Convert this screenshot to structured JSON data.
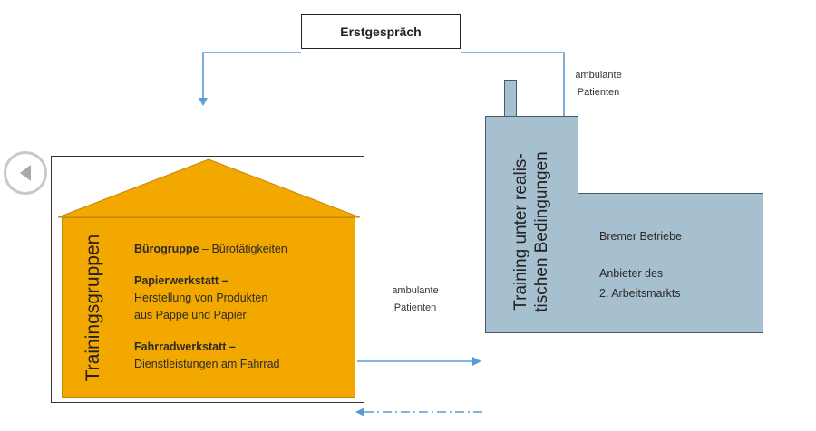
{
  "top_box": {
    "label": "Erstgespräch"
  },
  "house": {
    "vertical_label": "Trainingsgruppen",
    "groups": [
      {
        "name": "Bürogruppe",
        "separator": " – ",
        "description": "Bürotätigkeiten"
      },
      {
        "name": "Papierwerkstatt –",
        "line1": "Herstellung von Produkten",
        "line2": "aus Pappe und Papier"
      },
      {
        "name": "Fahrradwerkstatt –",
        "line1": "Dienstleistungen am Fahrrad"
      }
    ]
  },
  "building": {
    "vertical_label_line1": "Training unter realis-",
    "vertical_label_line2": "tischen Bedingungen",
    "wing_line1": "Bremer Betriebe",
    "wing_line2": "Anbieter des",
    "wing_line3": "2. Arbeitsmarkts"
  },
  "notes": {
    "top_right": {
      "line1": "ambulante",
      "line2": "Patienten"
    },
    "middle": {
      "line1": "ambulante",
      "line2": "Patienten"
    }
  },
  "colors": {
    "house_fill": "#f3a800",
    "building_fill": "#a7c0cf",
    "arrow": "#5b9bd5",
    "back_button_ring": "#c9c9c9"
  },
  "icons": {
    "back_button": "left-triangle-icon"
  }
}
